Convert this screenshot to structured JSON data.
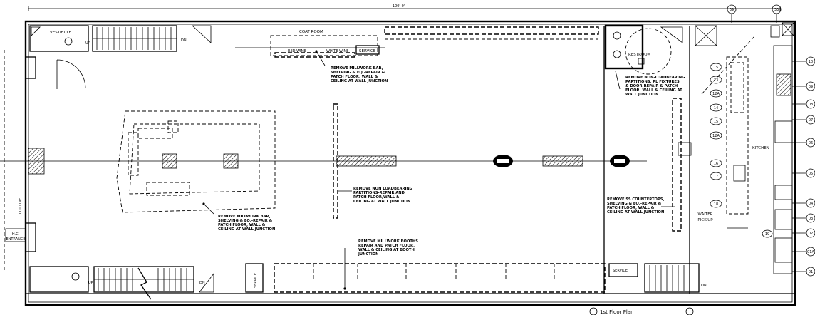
{
  "plan": {
    "dimension": "100'-0\"",
    "rooms": {
      "vestibule": "VESTIBULE",
      "coat_room": "COAT ROOM",
      "red_wine": "RED WINE",
      "white_wine": "WHITE WINE",
      "service_top": "SERVICE",
      "restroom": "RESTROOM",
      "kitchen": "KITCHEN",
      "waiter": "WAITER",
      "pickup": "PICK-UP",
      "service_bottom_left": "SERVICE",
      "service_bottom_right": "SERVICE",
      "lot_line": "LOT LINE",
      "entrance": "ENTRANCE",
      "hc": "H.C."
    },
    "stair_labels": {
      "up": "UP",
      "dn": "DN"
    },
    "notes": {
      "n1": [
        "REMOVE MILLWORK BAR,",
        "SHELVING & EQ.-REPAIR &",
        "PATCH FLOOR, WALL &",
        "CEILING AT WALL JUNCTION"
      ],
      "n2": [
        "REMOVE NON-LOADBEARING",
        "PARTITIONS, PL FIXTURES",
        "& DOOR-REPAIR & PATCH",
        "FLOOR, WALL & CEILING AT",
        "WALL JUNCTION"
      ],
      "n3": [
        "REMOVE NON LOADBEARING",
        "PARTITIONS-REPAIR AND",
        "PATCH FLOOR,WALL &",
        "CEILING AT WALL JUNCTION"
      ],
      "n4": [
        "REMOVE SS COUNTERTOPS,",
        "SHELVING & EQ.-REPAIR &",
        "PATCH FLOOR, WALL &",
        "CEILING AT WALL JUNCTION"
      ],
      "n5": [
        "REMOVE MILLWORK BAR,",
        "SHELVING & EQ.-REPAIR &",
        "PATCH FLOOR, WALL &",
        "CEILING AT WALL JUNCTION"
      ],
      "n6": [
        "REMOVE MILLWORK BOOTHS",
        "REPAIR AND PATCH FLOOR,",
        "WALL & CEILING AT BOOTH",
        "JUNCTION"
      ]
    },
    "kitchen_tags": [
      "15",
      "13",
      "12A",
      "14",
      "15",
      "12A",
      "16",
      "17",
      "18",
      "19"
    ],
    "right_tags": [
      "10",
      "09",
      "08",
      "07",
      "06",
      "05",
      "04",
      "03",
      "02",
      "01A",
      "01"
    ],
    "grid_bubbles": [
      "39",
      "33"
    ],
    "caption": "1st Floor Plan"
  }
}
